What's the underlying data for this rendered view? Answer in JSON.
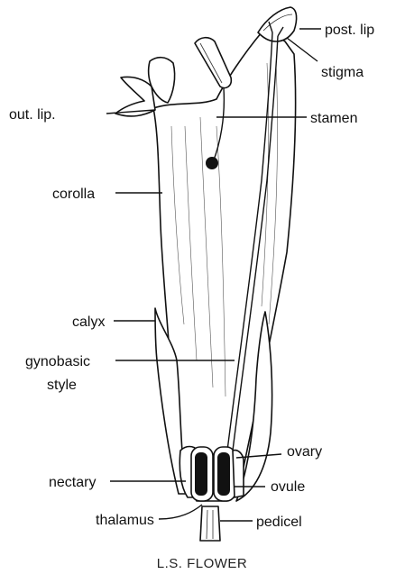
{
  "labels": {
    "post_lip": "post. lip",
    "stigma": "stigma",
    "out_lip": "out. lip.",
    "stamen": "stamen",
    "corolla": "corolla",
    "calyx": "calyx",
    "gynobasic": "gynobasic",
    "style": "style",
    "ovary": "ovary",
    "nectary": "nectary",
    "ovule": "ovule",
    "thalamus": "thalamus",
    "pedicel": "pedicel"
  },
  "caption": "L.S. FLOWER"
}
